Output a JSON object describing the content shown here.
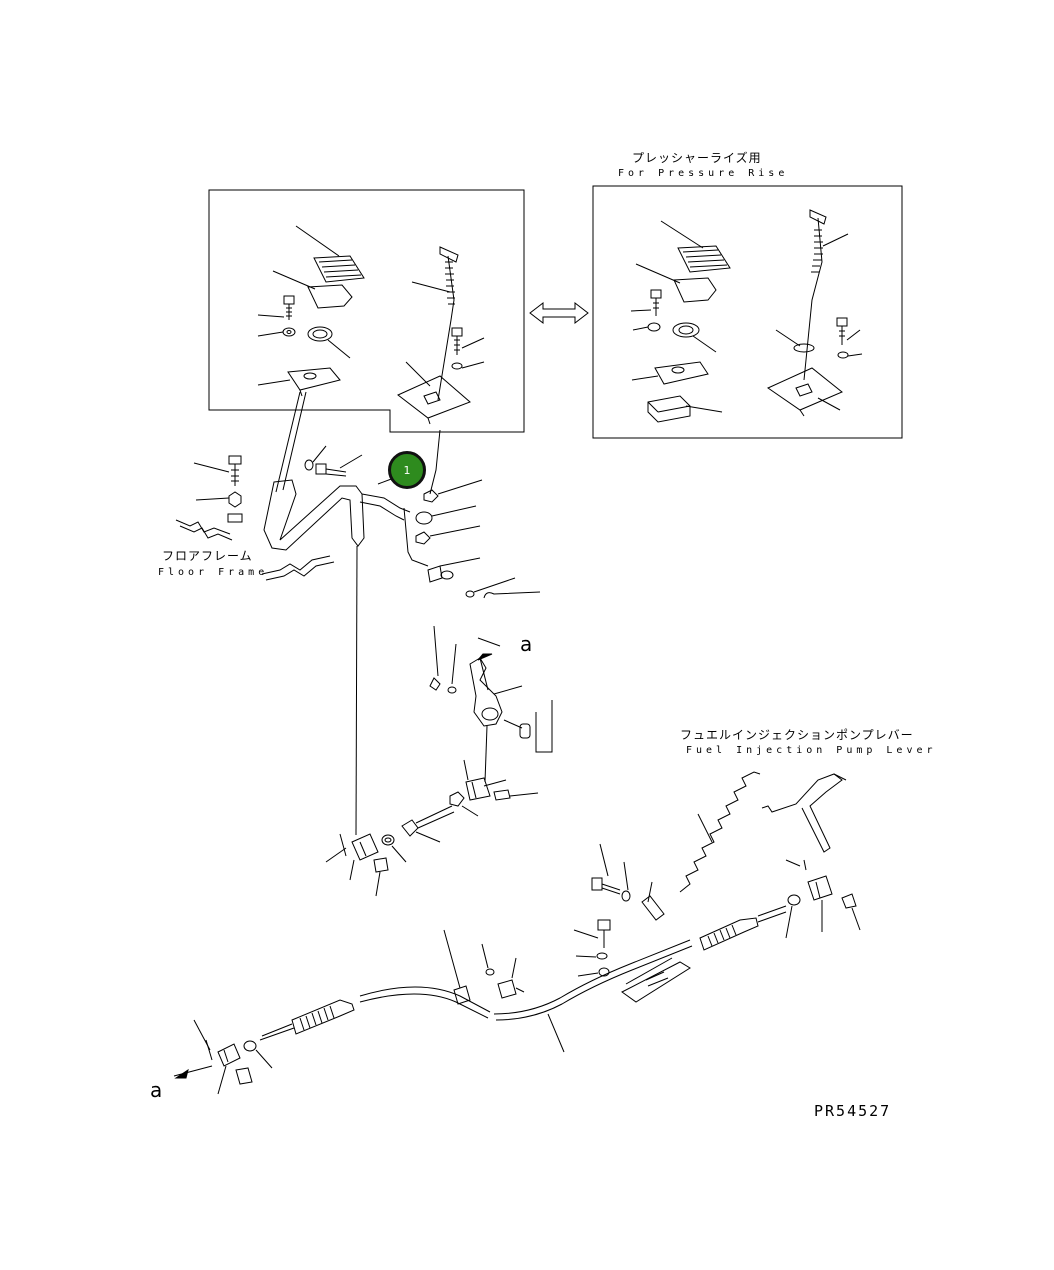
{
  "labels": {
    "pressure_rise_jp": "プレッシャーライズ用",
    "pressure_rise_en": "For Pressure Rise",
    "floor_frame_jp": "フロアフレーム",
    "floor_frame_en": "Floor Frame",
    "fuel_pump_jp": "フュエルインジェクションポンプレバー",
    "fuel_pump_en": "Fuel Injection Pump Lever",
    "marker_a_top": "a",
    "marker_a_bottom": "a",
    "drawing_code": "PR54527"
  },
  "callouts": [
    {
      "number": "1",
      "color": "#2e8b1e"
    }
  ],
  "colors": {
    "line": "#000000",
    "callout": "#2e8b1e",
    "background": "#ffffff"
  }
}
